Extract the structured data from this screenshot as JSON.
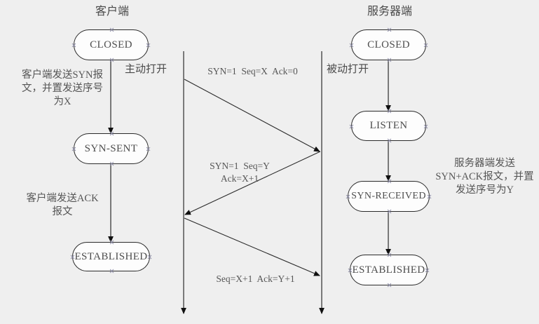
{
  "diagram": {
    "title_left": "客户端",
    "title_right": "服务器端",
    "background_color": "#efefef",
    "line_color": "#2a2a2a",
    "text_color": "#555555"
  },
  "columns": {
    "client": {
      "title": "客户端",
      "states": [
        {
          "label": "CLOSED"
        },
        {
          "label": "SYN-SENT"
        },
        {
          "label": "ESTABLISHED"
        }
      ],
      "open_label": "主动打开",
      "notes": [
        "客户端发送SYN报\n文，并置发送序号\n为X",
        "客户端发送ACK\n报文"
      ]
    },
    "server": {
      "title": "服务器端",
      "states": [
        {
          "label": "CLOSED"
        },
        {
          "label": "LISTEN"
        },
        {
          "label": "SYN-RECEIVED"
        },
        {
          "label": "ESTABLISHED"
        }
      ],
      "open_label": "被动打开",
      "notes": [
        "服务器端发送\nSYN+ACK报文，并置\n发送序号为Y"
      ]
    }
  },
  "messages": [
    {
      "id": "msg1",
      "text": "SYN=1  Seq=X  Ack=0",
      "direction": "client-to-server"
    },
    {
      "id": "msg2",
      "text": "SYN=1  Seq=Y\nAck=X+1",
      "direction": "server-to-client"
    },
    {
      "id": "msg3",
      "text": "Seq=X+1  Ack=Y+1",
      "direction": "client-to-server"
    }
  ]
}
